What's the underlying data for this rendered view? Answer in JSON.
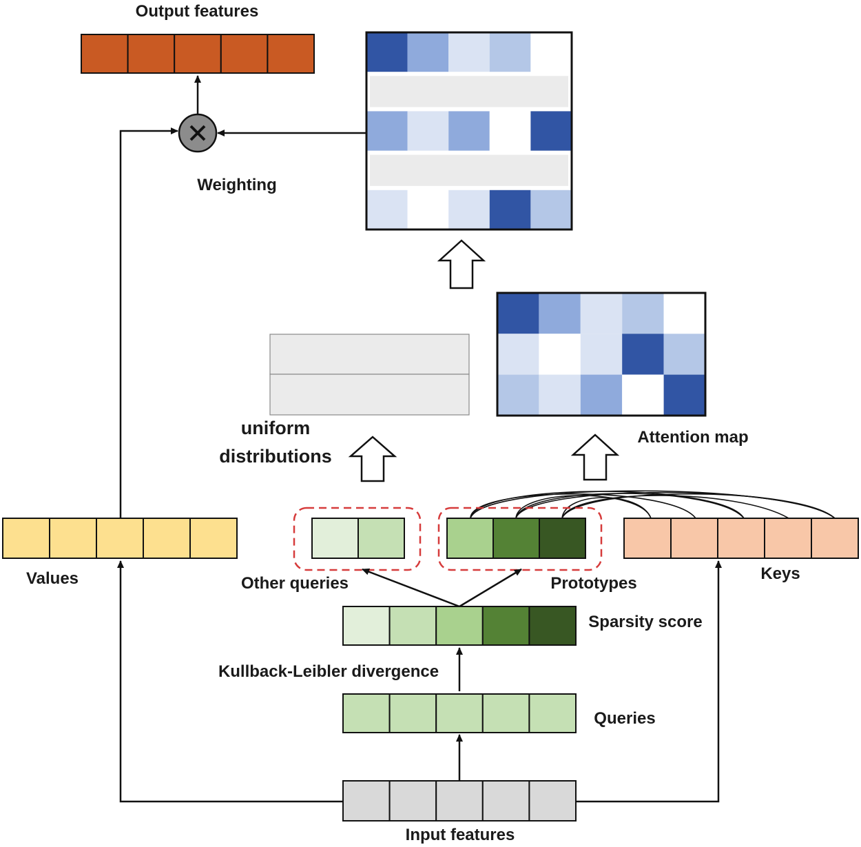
{
  "labels": {
    "output_features": "Output features",
    "weighting": "Weighting",
    "uniform_line1": "uniform",
    "uniform_line2": "distributions",
    "attention_map": "Attention map",
    "values": "Values",
    "other_queries": "Other queries",
    "prototypes": "Prototypes",
    "keys": "Keys",
    "sparsity_score": "Sparsity score",
    "kl_divergence": "Kullback-Leibler divergence",
    "queries": "Queries",
    "input_features": "Input features"
  },
  "colors": {
    "output": "#c95a23",
    "values": "#fde08f",
    "keys": "#f8c7a8",
    "input": "#d9d9d9",
    "queries": "#c5e0b4",
    "uniform_bar": "#ebebeb",
    "dashed_box": "#d63b3b",
    "multiply_node": "#8c8c8c"
  },
  "sparsity_colors": [
    "#e2efda",
    "#c5e0b4",
    "#a9d18e",
    "#548235",
    "#385723"
  ],
  "other_query_colors": [
    "#e2efda",
    "#c5e0b4"
  ],
  "prototype_colors": [
    "#a9d18e",
    "#548235",
    "#385723"
  ],
  "attention_map_cells": [
    [
      "#3155a4",
      "#8faadc",
      "#dae3f3",
      "#b4c7e7",
      "#ffffff"
    ],
    [
      "#dae3f3",
      "#ffffff",
      "#dae3f3",
      "#3155a4",
      "#b4c7e7"
    ],
    [
      "#b4c7e7",
      "#dae3f3",
      "#8faadc",
      "#ffffff",
      "#3155a4"
    ]
  ],
  "full_map_rows": [
    [
      "#3155a4",
      "#8faadc",
      "#dae3f3",
      "#b4c7e7",
      "#ffffff"
    ],
    "uniform",
    [
      "#8faadc",
      "#dae3f3",
      "#8faadc",
      "#ffffff",
      "#3155a4"
    ],
    "uniform",
    [
      "#dae3f3",
      "#ffffff",
      "#dae3f3",
      "#3155a4",
      "#b4c7e7"
    ]
  ]
}
